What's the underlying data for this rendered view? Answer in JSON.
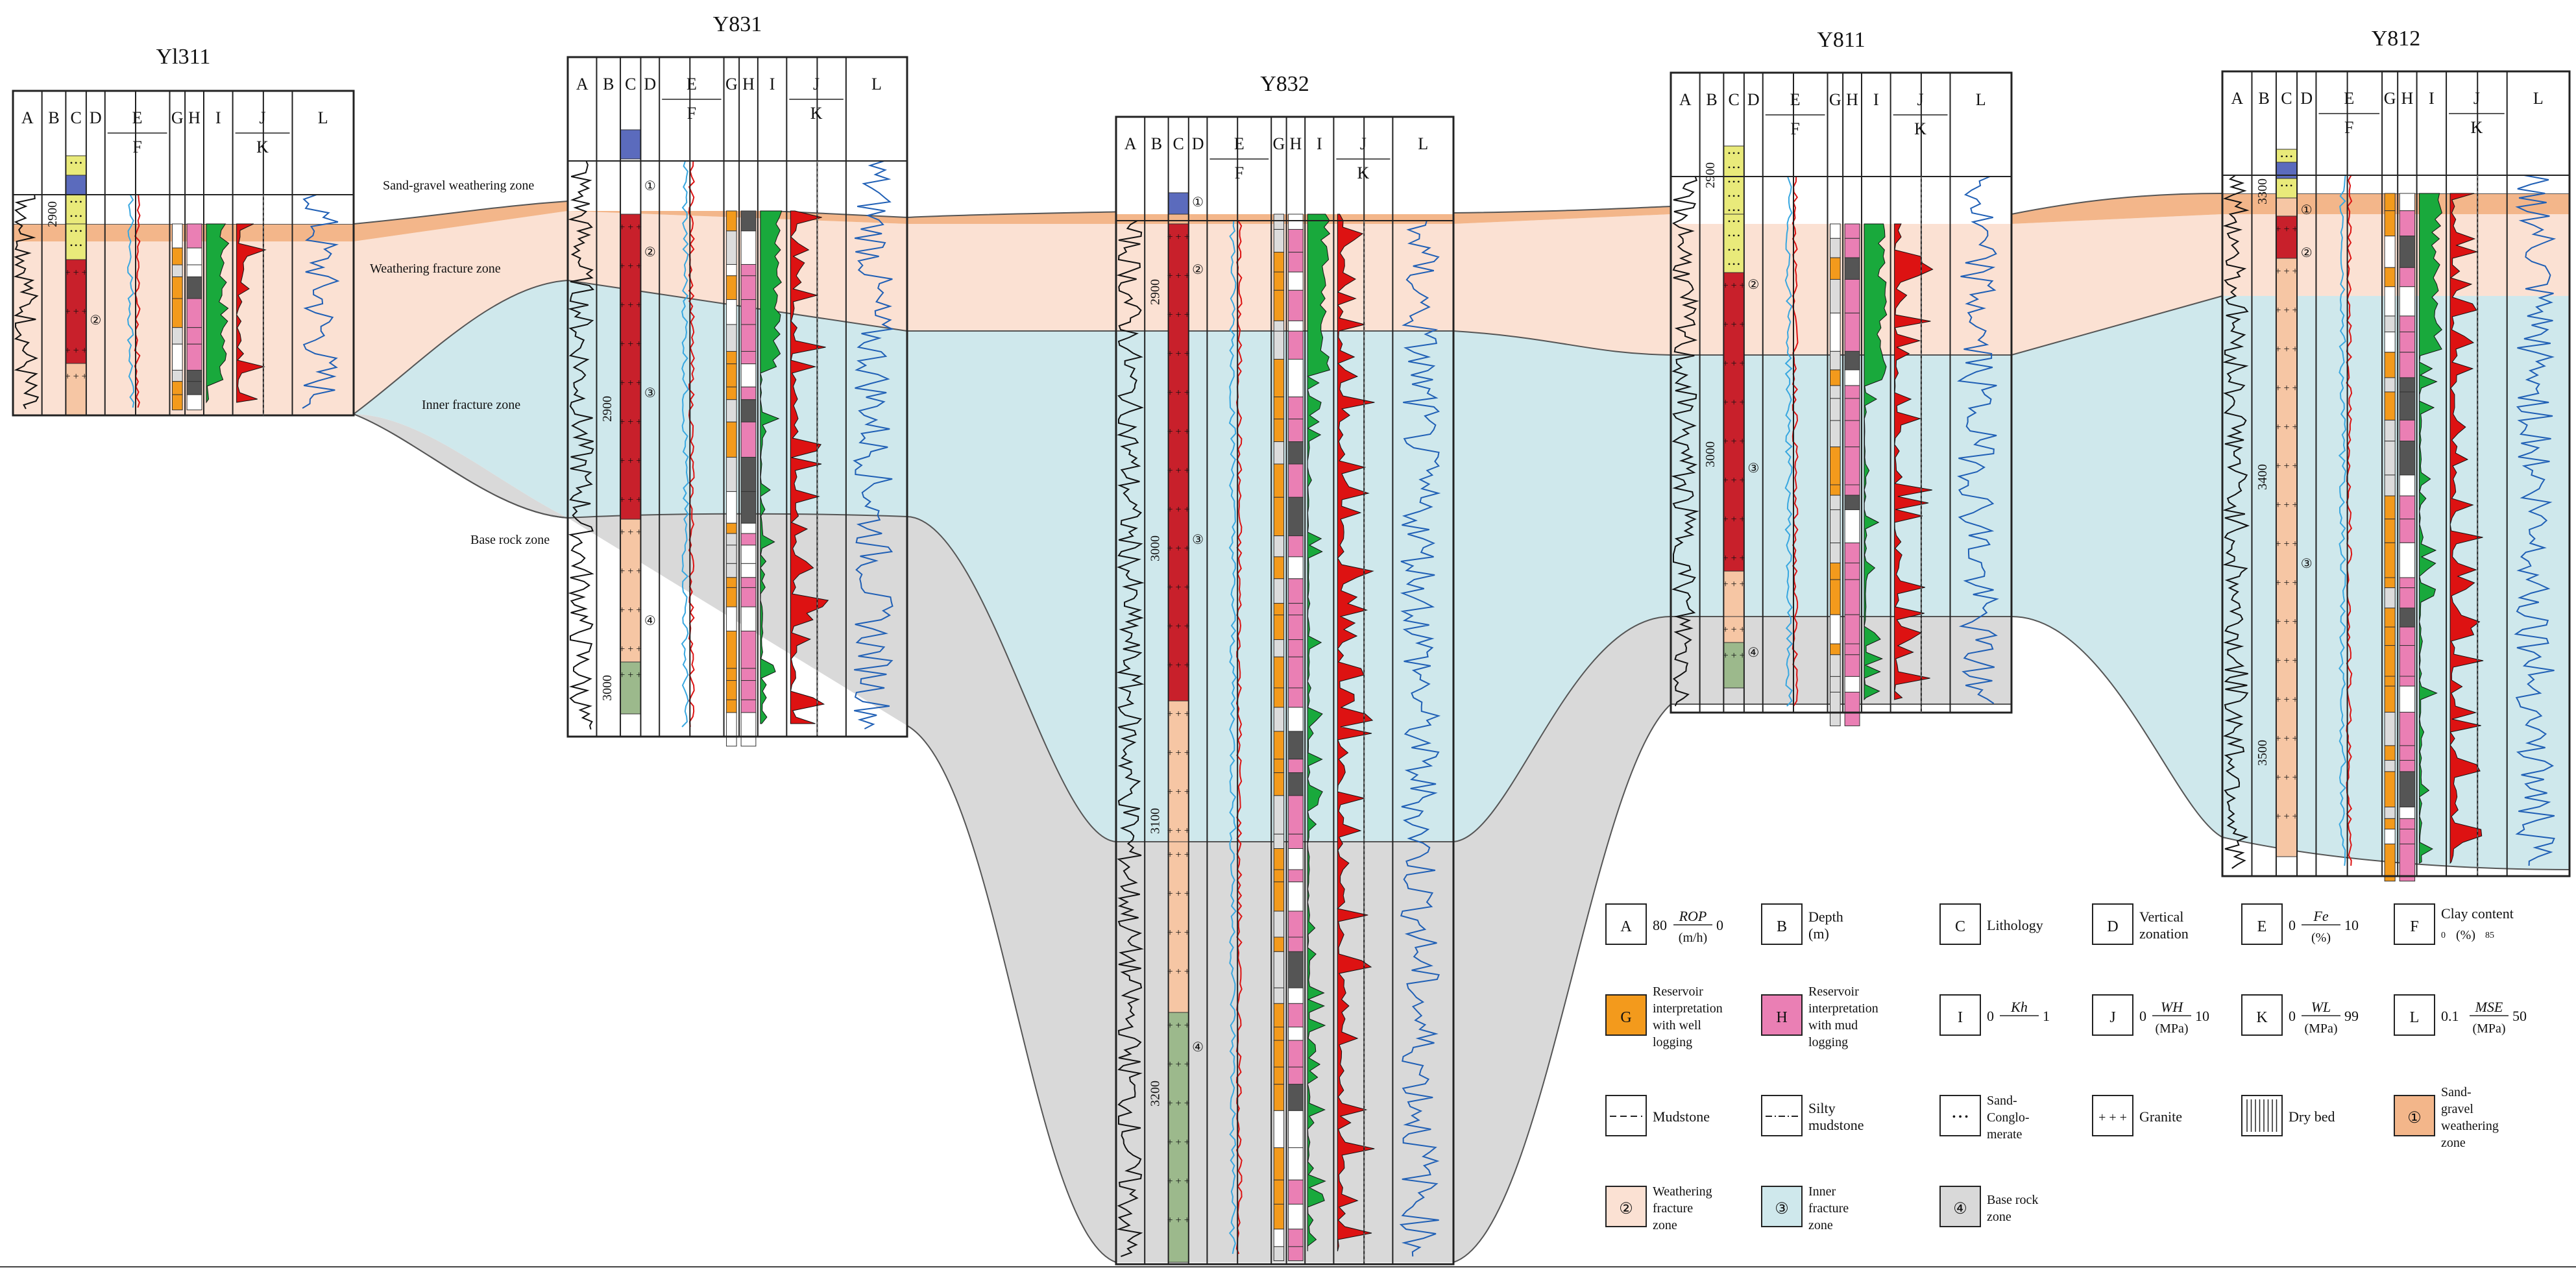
{
  "colors": {
    "sand_gravel": "#f3b68a",
    "weathering": "#fbe1d3",
    "inner": "#cfe8ec",
    "base": "#d9d9d9",
    "lith_red": "#c8202b",
    "lith_peach": "#f6c6a4",
    "lith_green": "#9cb98c",
    "lith_yellow": "#e9ea7a",
    "lith_blue": "#5b6bbd",
    "green_fill": "#19a93c",
    "red_fill": "#dd1212",
    "orange": "#f39a1c",
    "pink": "#ea7fb4",
    "blue_curve": "#1f5fb5",
    "cyan_curve": "#38a7e0"
  },
  "zones": {
    "sand_gravel": "Sand-gravel weathering zone",
    "weathering": "Weathering fracture zone",
    "inner": "Inner fracture zone",
    "base": "Base rock zone"
  },
  "columns": [
    "A",
    "B",
    "C",
    "D",
    "E",
    "F",
    "G",
    "H",
    "I",
    "J",
    "K",
    "L"
  ],
  "wells": [
    {
      "name": "Yl311",
      "depths": [
        "2900"
      ],
      "marks": [
        "②"
      ]
    },
    {
      "name": "Y831",
      "depths": [
        "2900",
        "3000"
      ],
      "marks": [
        "①",
        "②",
        "③",
        "④"
      ]
    },
    {
      "name": "Y832",
      "depths": [
        "2900",
        "3000",
        "3100",
        "3200"
      ],
      "marks": [
        "①",
        "②",
        "③",
        "④"
      ]
    },
    {
      "name": "Y811",
      "depths": [
        "2900",
        "3000"
      ],
      "marks": [
        "②",
        "③",
        "④"
      ]
    },
    {
      "name": "Y812",
      "depths": [
        "3300",
        "3400",
        "3500"
      ],
      "marks": [
        "①",
        "②",
        "③"
      ]
    }
  ],
  "legend": {
    "A": {
      "key": "A",
      "left": "80",
      "num": "ROP",
      "den": "(m/h)",
      "right": "0"
    },
    "B": {
      "key": "B",
      "text": [
        "Depth",
        "(m)"
      ]
    },
    "C": {
      "key": "C",
      "text": [
        "Lithology"
      ]
    },
    "D": {
      "key": "D",
      "text": [
        "Vertical",
        "zonation"
      ]
    },
    "E": {
      "key": "E",
      "left": "0",
      "num": "Fe",
      "den": "(%)",
      "right": "10"
    },
    "F": {
      "key": "F",
      "text": [
        "Clay content"
      ],
      "left": "0",
      "den": "(%)",
      "right": "85"
    },
    "G": {
      "key": "G",
      "text": [
        "Reservoir",
        "interpretation",
        "with well",
        "logging"
      ]
    },
    "H": {
      "key": "H",
      "text": [
        "Reservoir",
        "interpretation",
        "with mud",
        "logging"
      ]
    },
    "I": {
      "key": "I",
      "left": "0",
      "num": "Kh",
      "den": "",
      "right": "1"
    },
    "J": {
      "key": "J",
      "left": "0",
      "num": "WH",
      "den": "(MPa)",
      "right": "10"
    },
    "K": {
      "key": "K",
      "left": "0",
      "num": "WL",
      "den": "(MPa)",
      "right": "99"
    },
    "L": {
      "key": "L",
      "left": "0.1",
      "num": "MSE",
      "den": "(MPa)",
      "right": "50"
    },
    "mudstone": [
      "Mudstone"
    ],
    "silty": [
      "Silty",
      "mudstone"
    ],
    "conglomerate": [
      "Sand-",
      "Conglo-",
      "merate"
    ],
    "granite": [
      "Granite"
    ],
    "dry": [
      "Dry bed"
    ],
    "z1": {
      "mark": "①",
      "text": [
        "Sand-",
        "gravel",
        "weathering",
        "zone"
      ]
    },
    "z2": {
      "mark": "②",
      "text": [
        "Weathering",
        "fracture",
        "zone"
      ]
    },
    "z3": {
      "mark": "③",
      "text": [
        "Inner",
        "fracture",
        "zone"
      ]
    },
    "z4": {
      "mark": "④",
      "text": [
        "Base rock",
        "zone"
      ]
    }
  }
}
